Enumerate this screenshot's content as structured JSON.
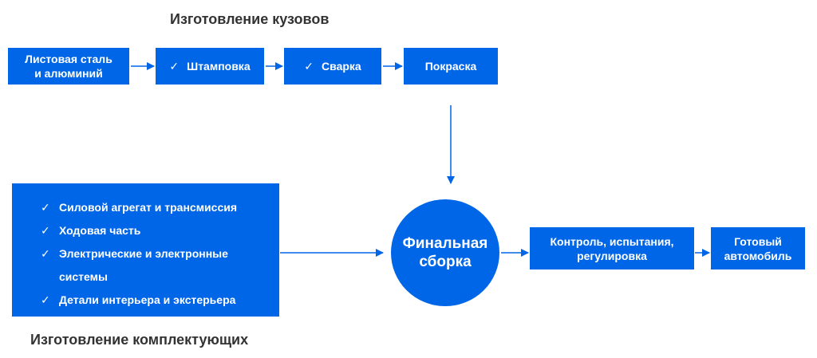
{
  "body_title": "Изготовление кузовов",
  "components_title": "Изготовление комплектующих",
  "check_icon": "✓",
  "accent_color": "#0066e8",
  "steps": [
    {
      "label": "Листовая сталь\nи алюминий",
      "checked": false
    },
    {
      "label": "Штамповка",
      "checked": true
    },
    {
      "label": "Сварка",
      "checked": true
    },
    {
      "label": "Покраска",
      "checked": false
    }
  ],
  "components": [
    "Силовой агрегат и трансмиссия",
    "Ходовая часть",
    "Электрические и электронные",
    "системы",
    "Детали интерьера и экстерьера"
  ],
  "final_assembly": "Финальная\nсборка",
  "control": "Контроль, испытания,\nрегулировка",
  "ready": "Готовый\nавтомобиль"
}
